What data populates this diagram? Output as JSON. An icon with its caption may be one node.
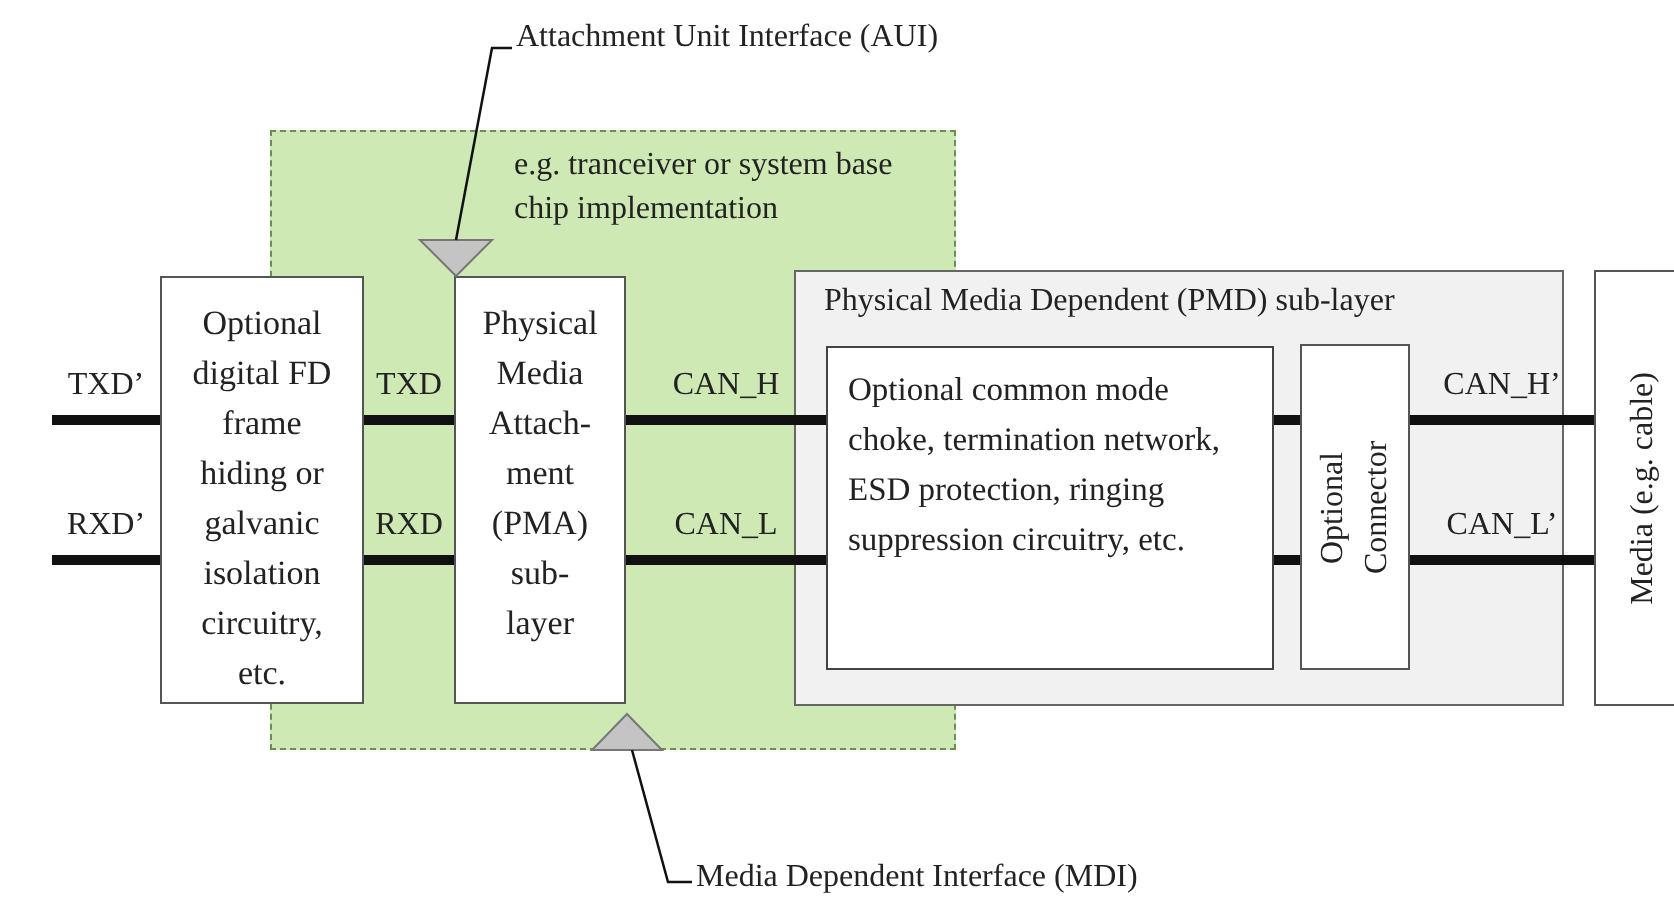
{
  "diagram": {
    "nodes": [
      {
        "text": [
          "e.g. tranceiver or system base chip implementation"
        ]
      },
      {
        "text": [
          "Optional digital FD frame hiding or galvanic isolation circuitry, etc."
        ]
      },
      {
        "text": [
          "Physical Media Attach- ment (PMA) sub- layer"
        ],
        "in": 0
      },
      {
        "text": [
          "Physical Media Dependent (PMD) sub-layer"
        ]
      },
      {
        "text": [
          "Optional common mode choke, termination network, ESD protection, ringing suppression circuitry, etc."
        ],
        "in": 3
      },
      {
        "text": [
          "Optional Connector"
        ],
        "in": 3
      },
      {
        "text": [
          "Media (e.g. cable)"
        ]
      },
      {
        "text": [
          "Attachment Unit Interface (AUI)"
        ]
      },
      {
        "text": [],
        "shape": "triangle",
        "in": 0
      },
      {
        "text": [
          "Media Dependent Interface (MDI)"
        ]
      },
      {
        "text": [],
        "shape": "triangle",
        "in": 0
      }
    ],
    "edges": [
      {
        "from": null,
        "to": 1,
        "arrow": "none",
        "label": "TXD’"
      },
      {
        "from": null,
        "to": 1,
        "arrow": "none",
        "label": "RXD’"
      },
      {
        "from": 1,
        "to": 2,
        "arrow": "none",
        "label": "TXD"
      },
      {
        "from": 1,
        "to": 2,
        "arrow": "none",
        "label": "RXD"
      },
      {
        "from": 2,
        "to": 4,
        "arrow": "none",
        "label": "CAN_H"
      },
      {
        "from": 2,
        "to": 4,
        "arrow": "none",
        "label": "CAN_L"
      },
      {
        "from": 4,
        "to": 5,
        "arrow": "none"
      },
      {
        "from": 4,
        "to": 5,
        "arrow": "none"
      },
      {
        "from": 5,
        "to": 6,
        "arrow": "none",
        "label": "CAN_H’"
      },
      {
        "from": 5,
        "to": 6,
        "arrow": "none",
        "label": "CAN_L’"
      },
      {
        "from": 7,
        "to": 8,
        "arrow": "none"
      },
      {
        "from": 9,
        "to": 10,
        "arrow": "none"
      }
    ]
  }
}
